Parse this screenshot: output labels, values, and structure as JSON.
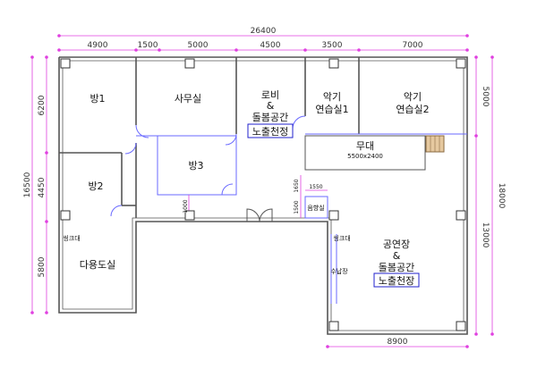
{
  "dimensions": {
    "total_width": "26400",
    "top_segments": [
      "4900",
      "1500",
      "5000",
      "4500",
      "3500",
      "7000"
    ],
    "left_outer": "16500",
    "left_segments": [
      "6200",
      "4450",
      "5800"
    ],
    "right_outer": "18000",
    "right_segments": [
      "5000",
      "13000"
    ],
    "bottom_right": "8900",
    "stair_small": [
      "1550",
      "1650",
      "1500"
    ],
    "center_small": "1000"
  },
  "rooms": {
    "room1": "방1",
    "office": "사무실",
    "lobby_line1": "로비",
    "lobby_line2": "&",
    "lobby_line3": "돌봄공간",
    "lobby_badge": "노출천정",
    "practice1_line1": "악기",
    "practice1_line2": "연습실1",
    "practice2_line1": "악기",
    "practice2_line2": "연습실2",
    "stage": "무대",
    "stage_size": "5500x2400",
    "room3": "방3",
    "room2": "방2",
    "sound_room": "음향실",
    "sink_left": "씽크대",
    "multi_room": "다용도실",
    "sink_right": "씽크대",
    "hall_line1": "공연장",
    "hall_line2": "&",
    "hall_line3": "돌봄공간",
    "hall_badge": "노출천장",
    "storage": "수납장"
  }
}
